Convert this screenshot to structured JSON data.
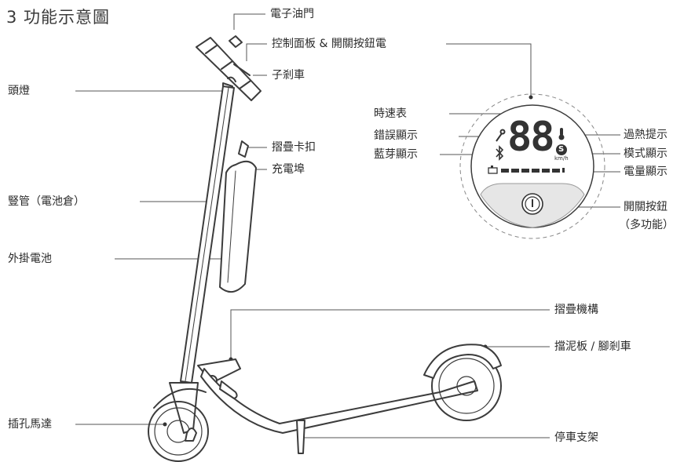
{
  "title": "3 功能示意圖",
  "labels": {
    "throttle": "電子油門",
    "control_panel_power": "控制面板 & 開關按鈕電",
    "brake": "子剎車",
    "headlight": "頭燈",
    "fold_latch": "摺疊卡扣",
    "charge_port": "充電埠",
    "stem_battery": "豎管（電池倉）",
    "external_battery": "外掛電池",
    "fold_mechanism": "摺疊機構",
    "fender_brake": "擋泥板 / 腳剎車",
    "hub_motor": "插孔馬達",
    "kickstand": "停車支架",
    "speedometer": "時速表",
    "error_display": "錯誤顯示",
    "bluetooth_display": "藍芽顯示",
    "overheat_warning": "過熱提示",
    "mode_display": "模式顯示",
    "battery_display": "電量顯示",
    "power_button_line1": "開關按鈕",
    "power_button_line2": "（多功能）"
  },
  "display": {
    "digits": "88",
    "mode_letter": "S",
    "unit": "km/h"
  },
  "colors": {
    "line": "#555555",
    "text": "#2b2b2b",
    "scooter": "#3c3c3c"
  }
}
